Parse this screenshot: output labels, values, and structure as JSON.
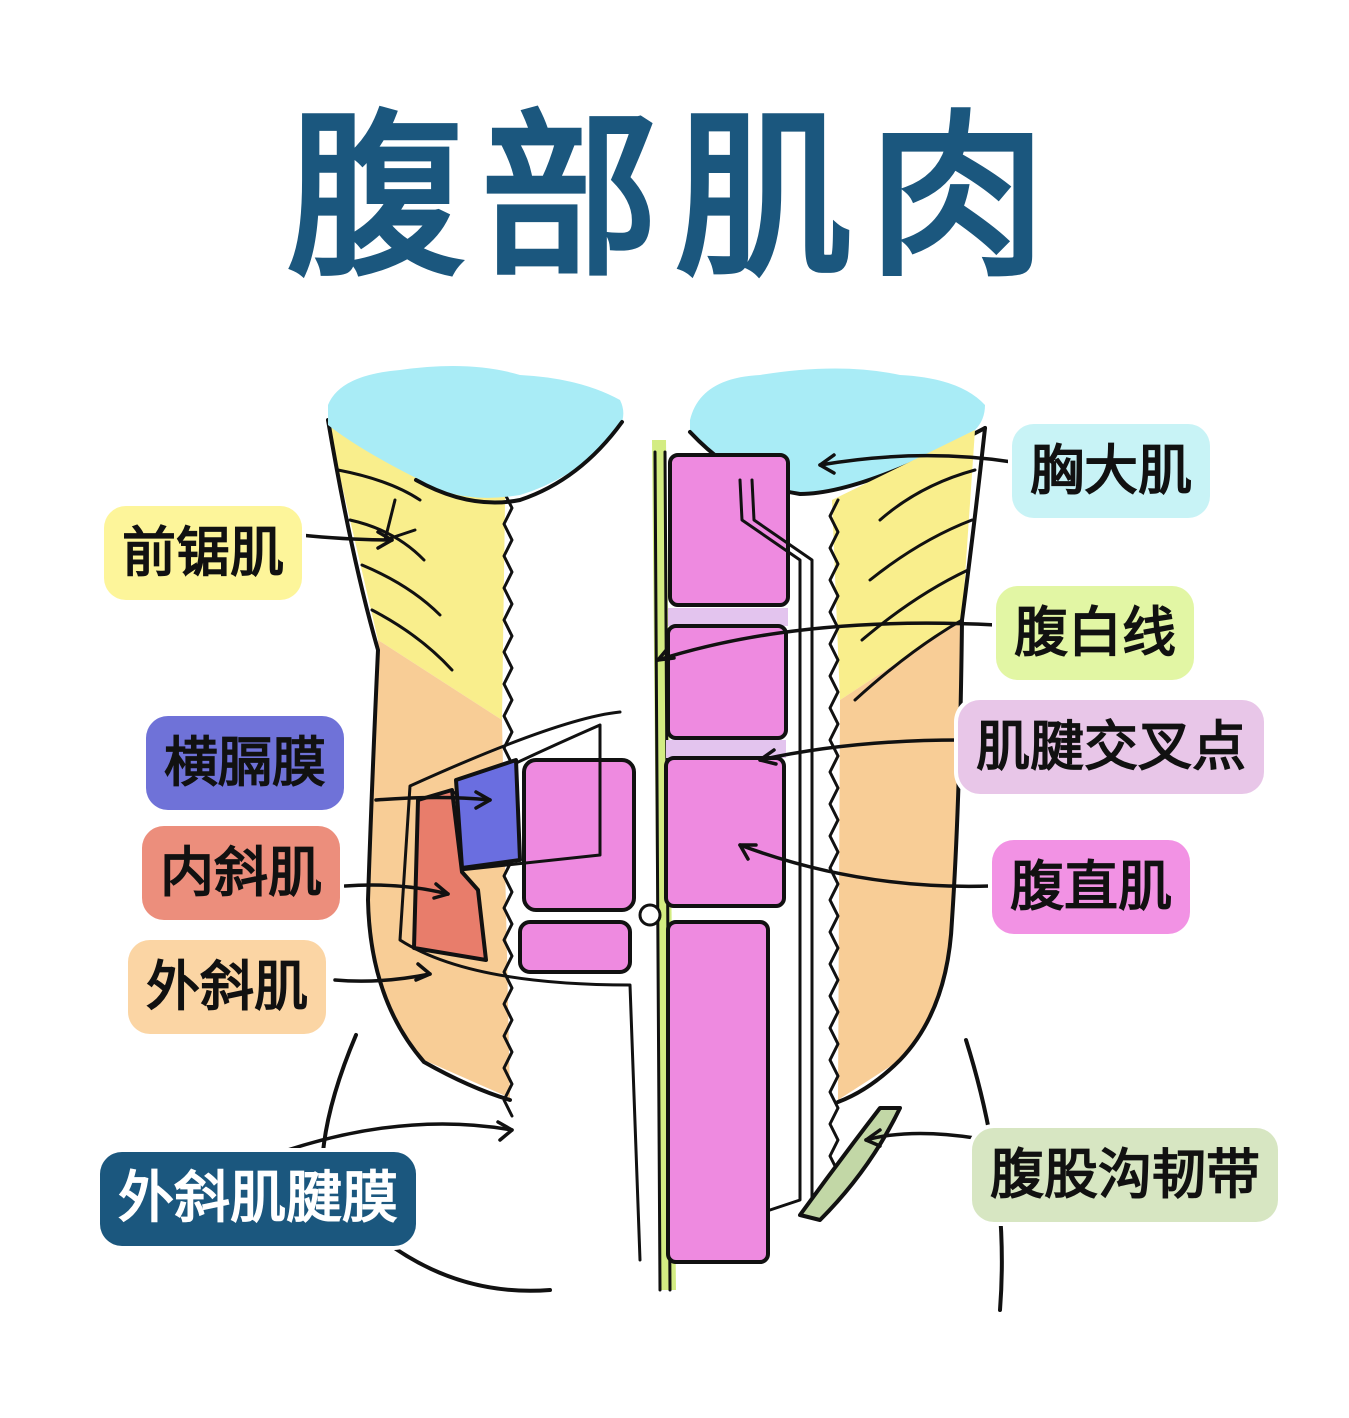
{
  "title": "腹部肌肉",
  "colors": {
    "title": "#1b577e",
    "pectoral": "#a9ecf6",
    "serratus": "#f9ee8c",
    "external_oblique": "#f8cd96",
    "rectus": "#ee8ae0",
    "linea_alba": "#d3ec82",
    "transversus": "#6a6ee0",
    "internal_oblique": "#e87d6b",
    "inguinal": "#c2d7a6",
    "tendinous": "#e3c4ee",
    "outline": "#111111"
  },
  "labels": {
    "pectoralis_major": {
      "text": "胸大肌",
      "bg": "#c8f3f6"
    },
    "serratus_anterior": {
      "text": "前锯肌",
      "bg": "#fdf59a"
    },
    "linea_alba": {
      "text": "腹白线",
      "bg": "#e2f6a4"
    },
    "tendinous_intersection": {
      "text": "肌腱交叉点",
      "bg": "#e8c6e8"
    },
    "transversus_abdominis": {
      "text": "横膈膜",
      "bg": "#6f72d8"
    },
    "internal_oblique": {
      "text": "内斜肌",
      "bg": "#ec8e7c"
    },
    "rectus_abdominis": {
      "text": "腹直肌",
      "bg": "#f292e4"
    },
    "external_oblique": {
      "text": "外斜肌",
      "bg": "#fbd5a4"
    },
    "external_oblique_aponeurosis": {
      "text": "外斜肌腱膜",
      "bg": "#1b577e"
    },
    "inguinal_ligament": {
      "text": "腹股沟韧带",
      "bg": "#d7e6c2"
    }
  }
}
